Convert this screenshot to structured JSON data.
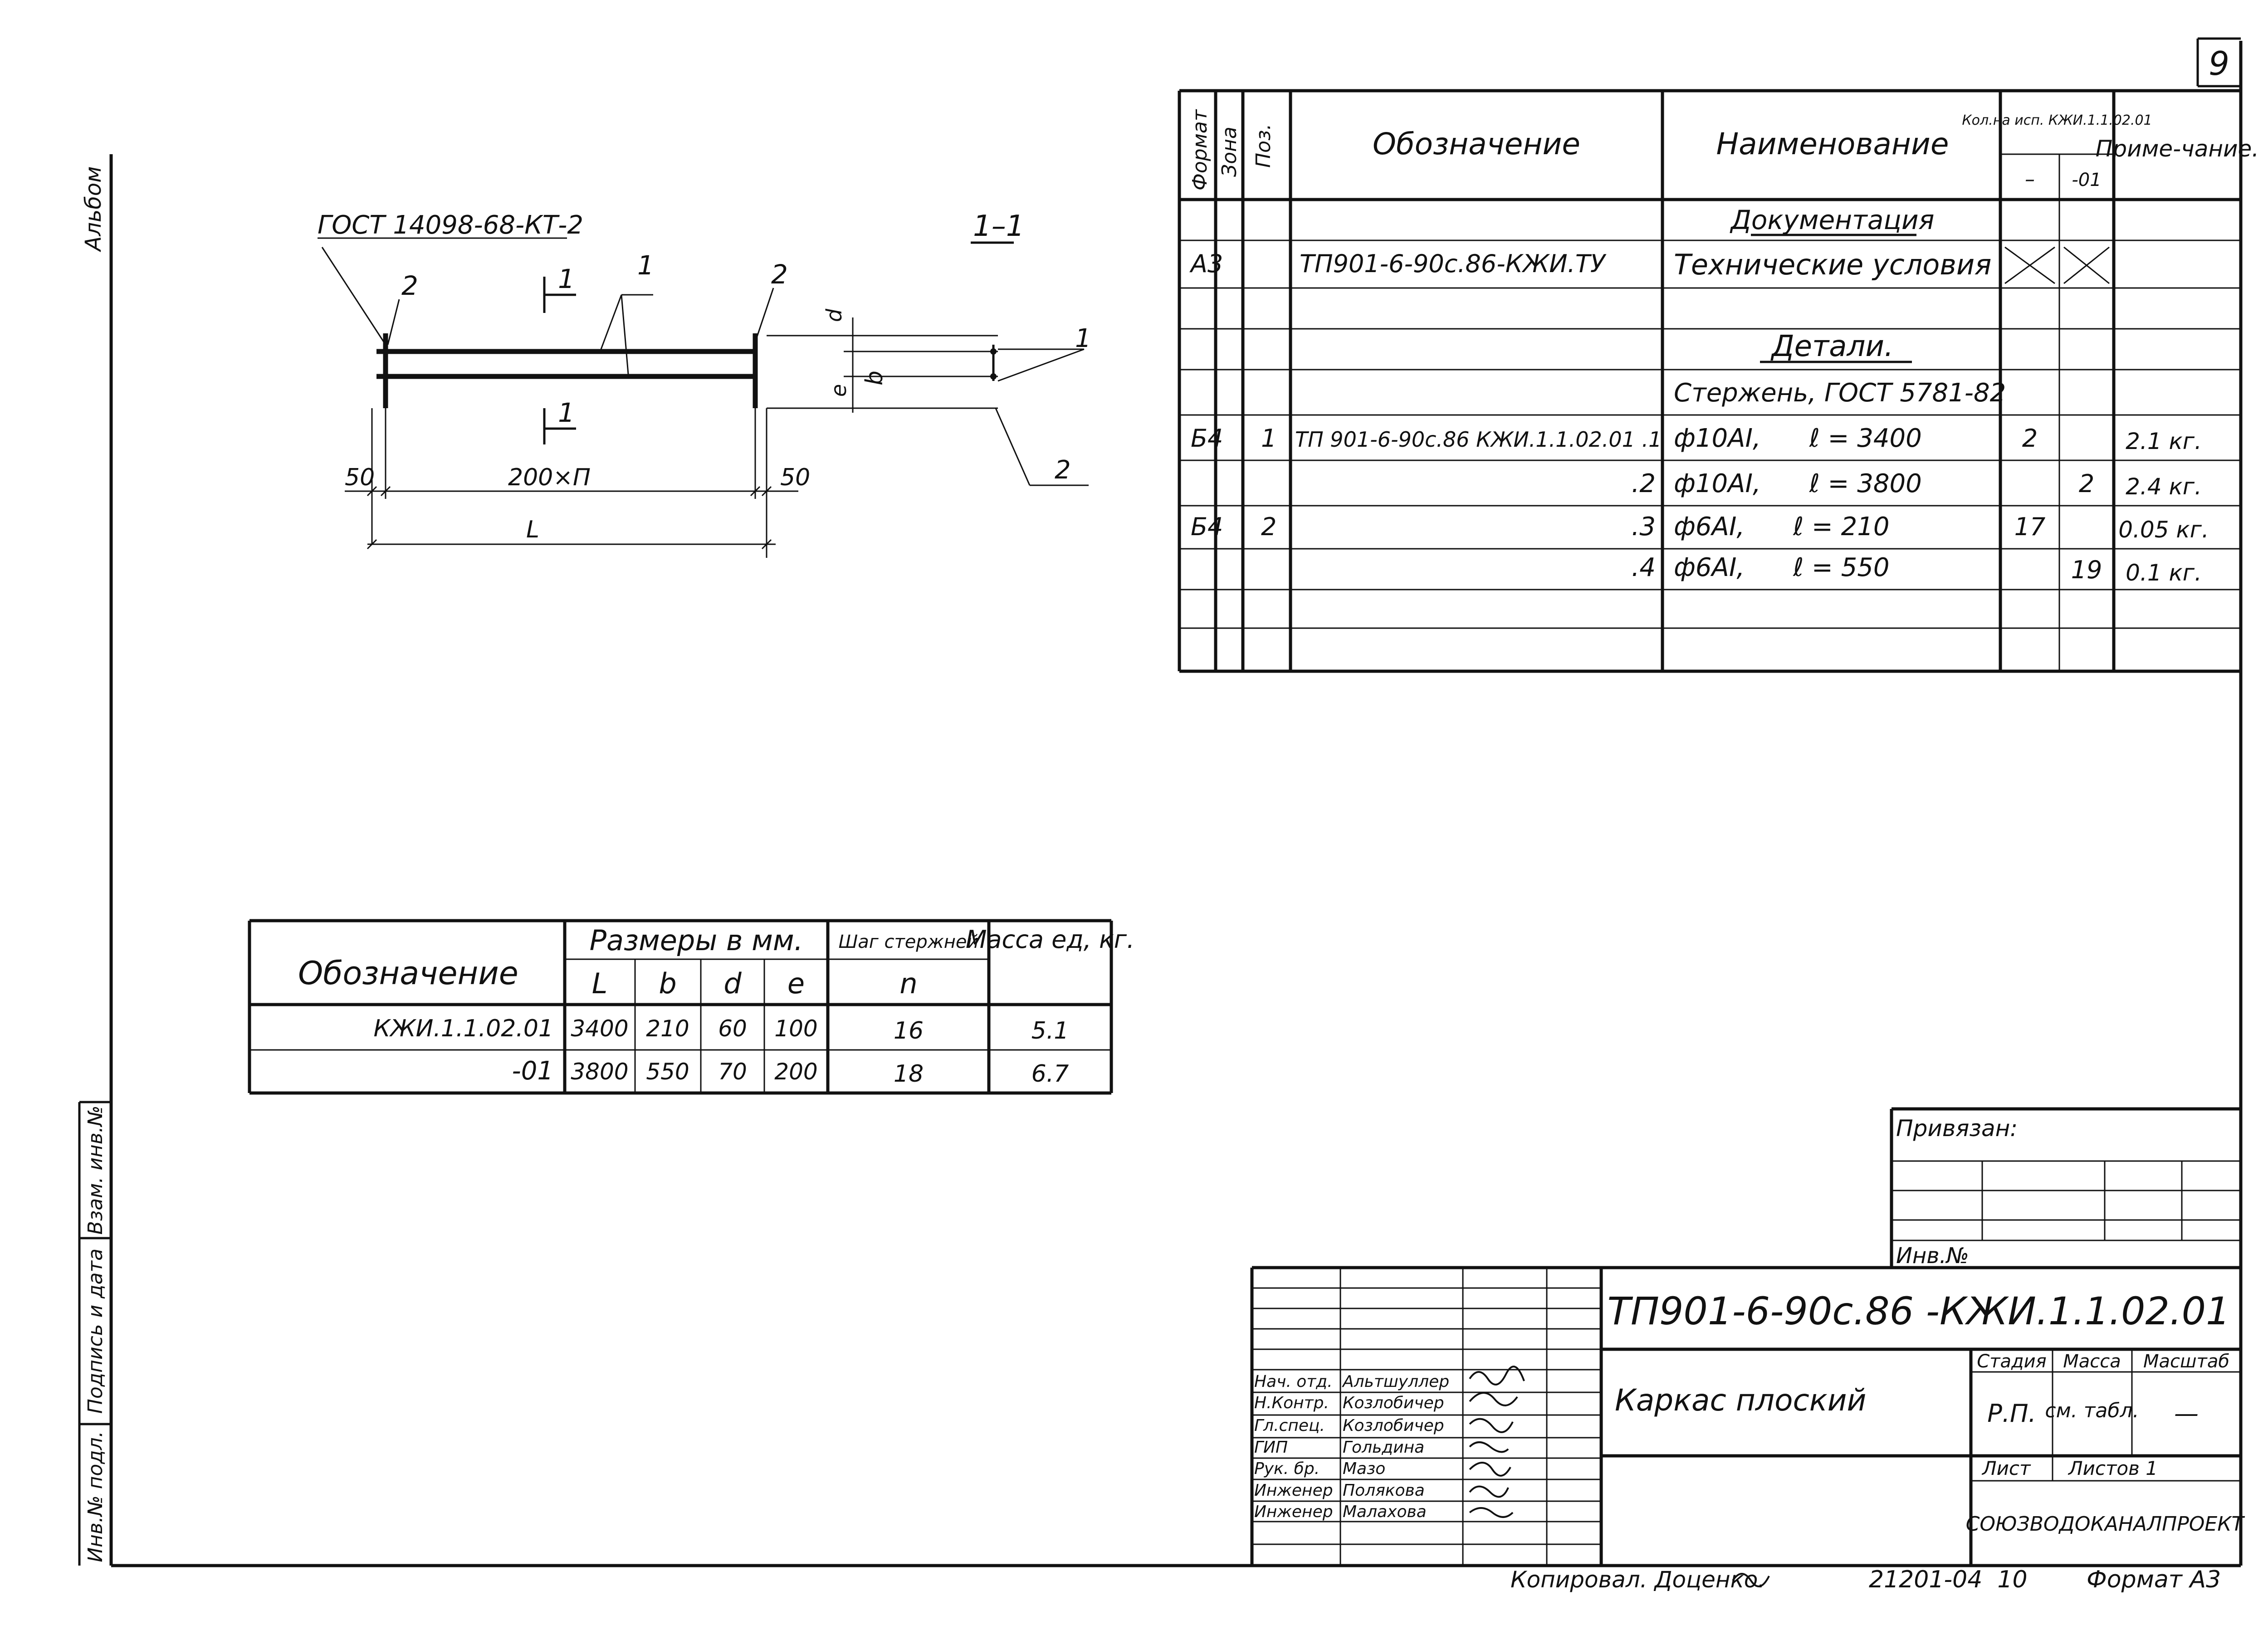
{
  "sheet": {
    "page_number": "9",
    "left_strip_top": "Альбом",
    "left_strip_cells": [
      "Инв.№ подл.",
      "Подпись и дата",
      "Взам. инв.№"
    ]
  },
  "drawing": {
    "weld_note": "ГОСТ 14098-68-КТ-2",
    "section_label": "1–1",
    "cut_mark": "1",
    "leader_1": "1",
    "leader_2": "2",
    "dim_50_left": "50",
    "dim_200n": "200×П",
    "dim_50_right": "50",
    "dim_L": "L",
    "sec_dim_d": "d",
    "sec_dim_b": "b",
    "sec_dim_e": "e",
    "sec_leader_1": "1",
    "sec_leader_2": "2"
  },
  "spec_table": {
    "headers": {
      "format": "Формат",
      "zone": "Зона",
      "pos": "Поз.",
      "designation": "Обозначение",
      "name": "Наименование",
      "qty": "Кол.на исп. КЖИ.1.1.02.01",
      "qty_a": "–",
      "qty_b": "-01",
      "note": "Приме-чание."
    },
    "rows": [
      {
        "format": "",
        "zone": "",
        "pos": "",
        "designation": "",
        "name": "Документация",
        "underline": true,
        "qa": "",
        "qb": "",
        "note": ""
      },
      {
        "format": "А3",
        "zone": "",
        "pos": "",
        "designation": "ТП901-6-90с.86-КЖИ.ТУ",
        "name": "Технические условия",
        "qa": "",
        "qb": "",
        "note": "",
        "crossed": true
      },
      {
        "format": "",
        "zone": "",
        "pos": "",
        "designation": "",
        "name": "",
        "qa": "",
        "qb": "",
        "note": ""
      },
      {
        "format": "",
        "zone": "",
        "pos": "",
        "designation": "",
        "name": "Детали.",
        "underline": true,
        "qa": "",
        "qb": "",
        "note": ""
      },
      {
        "format": "",
        "zone": "",
        "pos": "",
        "designation": "",
        "name": "Стержень, ГОСТ 5781-82",
        "qa": "",
        "qb": "",
        "note": ""
      },
      {
        "format": "Б4",
        "zone": "",
        "pos": "1",
        "designation": "ТП 901-6-90с.86 КЖИ.1.1.02.01   .1",
        "name": "ф10АI,      ℓ = 3400",
        "qa": "2",
        "qb": "",
        "note": "2.1 кг."
      },
      {
        "format": "",
        "zone": "",
        "pos": "",
        "designation": ".2",
        "name": "ф10АI,      ℓ = 3800",
        "qa": "",
        "qb": "2",
        "note": "2.4 кг."
      },
      {
        "format": "Б4",
        "zone": "",
        "pos": "2",
        "designation": ".3",
        "name": "ф6АI,      ℓ = 210",
        "qa": "17",
        "qb": "",
        "note": "0.05 кг."
      },
      {
        "format": "",
        "zone": "",
        "pos": "",
        "designation": ".4",
        "name": "ф6АI,      ℓ = 550",
        "qa": "",
        "qb": "19",
        "note": "0.1 кг."
      },
      {
        "format": "",
        "zone": "",
        "pos": "",
        "designation": "",
        "name": "",
        "qa": "",
        "qb": "",
        "note": ""
      },
      {
        "format": "",
        "zone": "",
        "pos": "",
        "designation": "",
        "name": "",
        "qa": "",
        "qb": "",
        "note": ""
      }
    ]
  },
  "dims_table": {
    "col_designation": "Обозначение",
    "group_dims": "Размеры в мм.",
    "col_step": "Шаг стержней",
    "col_mass": "Масса ед, кг.",
    "sub": [
      "L",
      "b",
      "d",
      "e",
      "n"
    ],
    "rows": [
      {
        "designation": "КЖИ.1.1.02.01",
        "L": "3400",
        "b": "210",
        "d": "60",
        "e": "100",
        "n": "16",
        "mass": "5.1"
      },
      {
        "designation": "-01",
        "L": "3800",
        "b": "550",
        "d": "70",
        "e": "200",
        "n": "18",
        "mass": "6.7"
      }
    ]
  },
  "bound_box": {
    "label": "Привязан:",
    "inv_label": "Инв.№"
  },
  "title_block": {
    "code": "ТП901-6-90с.86 -КЖИ.1.1.02.01",
    "title": "Каркас плоский",
    "stage_label": "Стадия",
    "mass_label": "Масса",
    "scale_label": "Масштаб",
    "stage": "Р.П.",
    "mass": "см. табл.",
    "scale": "—",
    "sheet_label": "Лист",
    "sheets_label": "Листов 1",
    "organization": "СОЮЗВОДОКАНАЛПРОЕКТ",
    "people": [
      {
        "role": "Нач. отд.",
        "name": "Альтшуллер"
      },
      {
        "role": "Н.Контр.",
        "name": "Козлобичер"
      },
      {
        "role": "Гл.спец.",
        "name": "Козлобичер"
      },
      {
        "role": "ГИП",
        "name": "Гольдина"
      },
      {
        "role": "Рук. бр.",
        "name": "Мазо"
      },
      {
        "role": "Инженер",
        "name": "Полякова"
      },
      {
        "role": "Инженер",
        "name": "Малахова"
      }
    ]
  },
  "footer": {
    "copied": "Копировал. Доценко.",
    "number": "21201-04  10",
    "format": "Формат А3"
  }
}
